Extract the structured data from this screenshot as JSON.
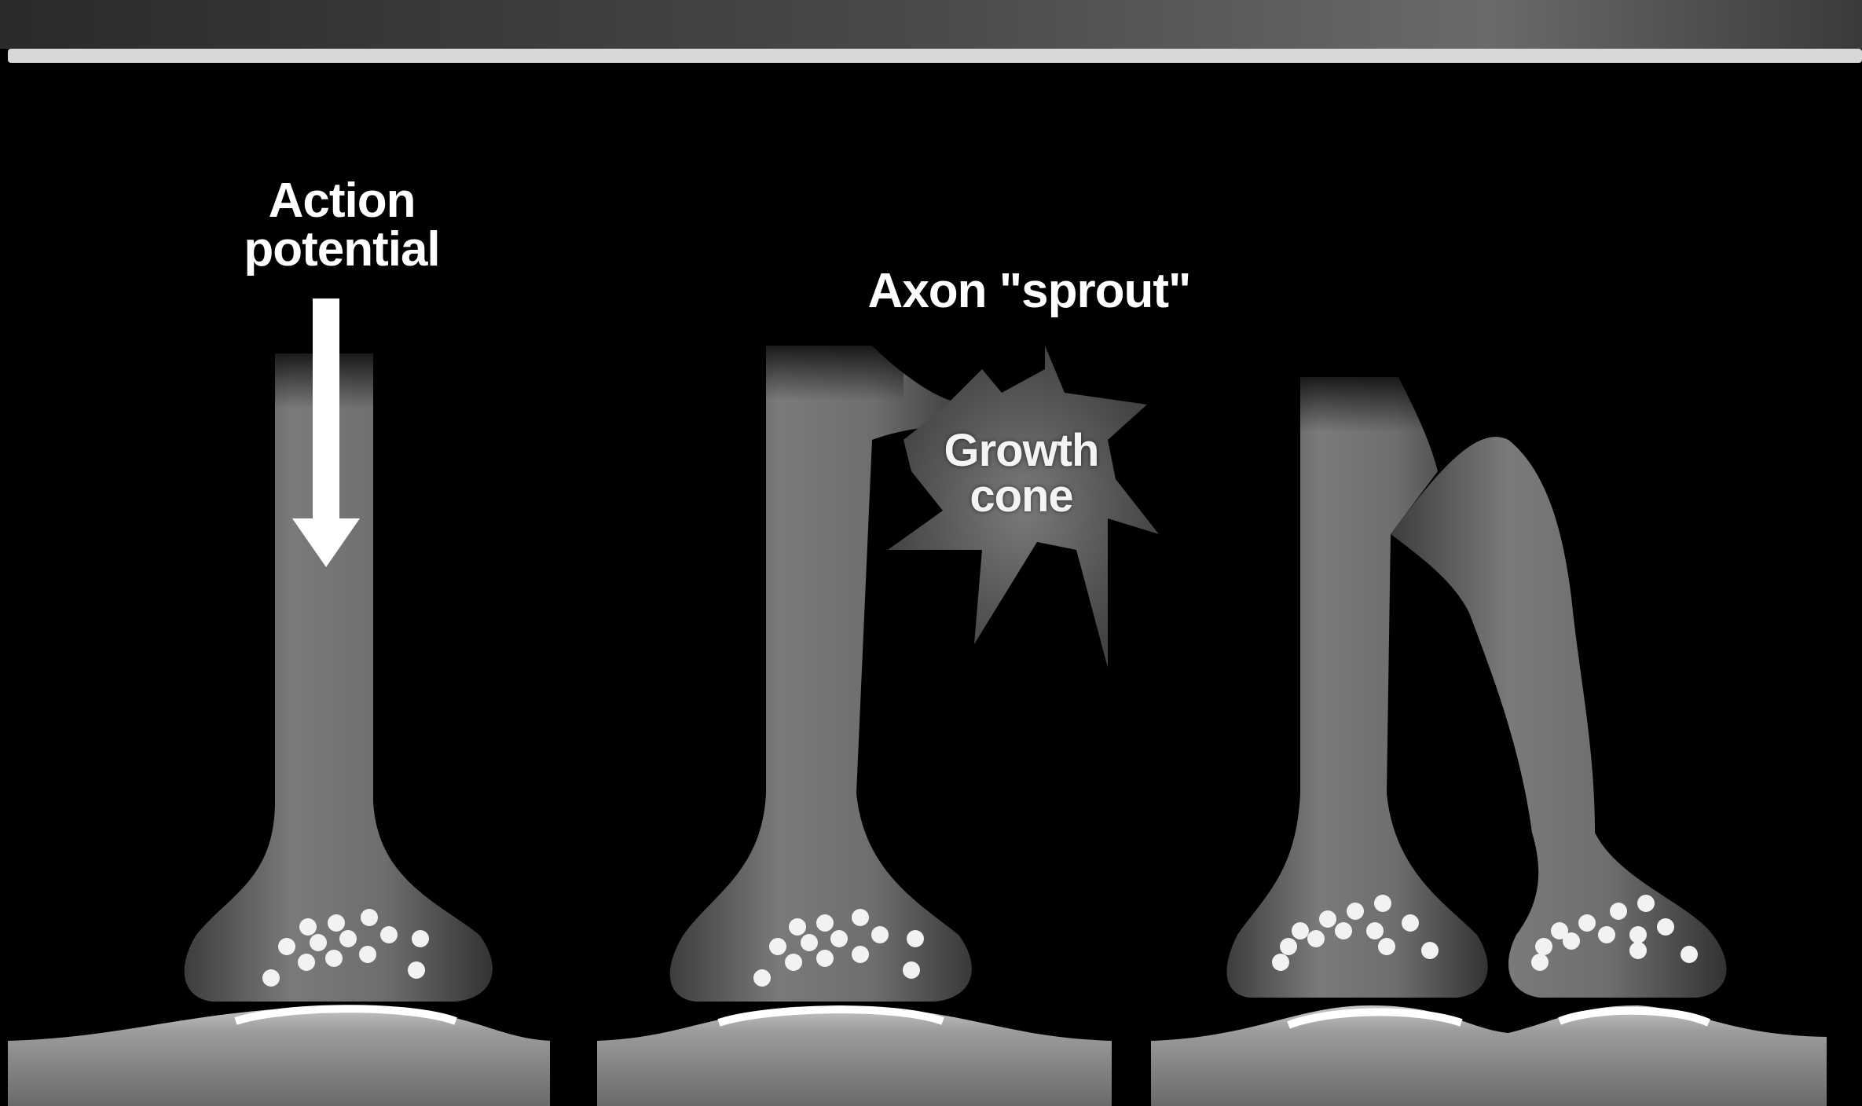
{
  "labels": {
    "action_potential": [
      "Action",
      "potential"
    ],
    "axon_sprout": "Axon \"sprout\"",
    "growth_cone": [
      "Growth",
      "cone"
    ]
  },
  "colors": {
    "background": "#000000",
    "axon": "#6a6a6a",
    "vesicle": "#f2f2f2",
    "postsynaptic": "#9a9a9a",
    "text": "#ffffff"
  },
  "panels": [
    {
      "name": "normal-terminal"
    },
    {
      "name": "sprouting-terminal"
    },
    {
      "name": "branched-terminal"
    }
  ]
}
